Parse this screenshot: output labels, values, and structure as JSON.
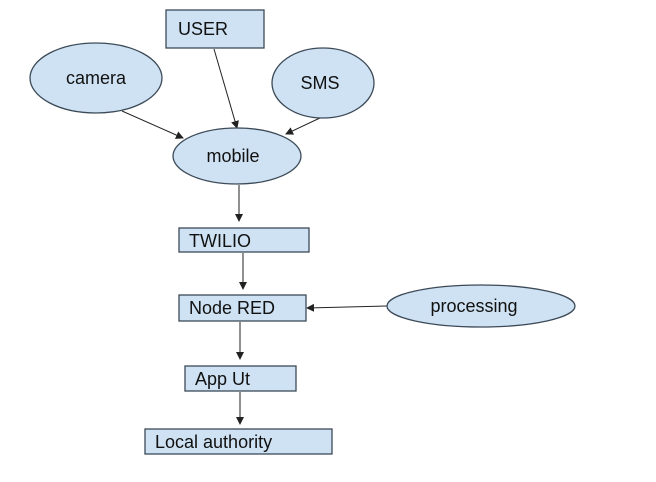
{
  "diagram": {
    "nodes": {
      "user": "USER",
      "camera": "camera",
      "sms": "SMS",
      "mobile": "mobile",
      "twilio": "TWILIO",
      "node_red": "Node RED",
      "processing": "processing",
      "app_ut": "App Ut",
      "local_authority": "Local authority"
    },
    "edges": [
      {
        "from": "user",
        "to": "mobile"
      },
      {
        "from": "camera",
        "to": "mobile"
      },
      {
        "from": "sms",
        "to": "mobile"
      },
      {
        "from": "mobile",
        "to": "twilio"
      },
      {
        "from": "twilio",
        "to": "node_red"
      },
      {
        "from": "processing",
        "to": "node_red"
      },
      {
        "from": "node_red",
        "to": "app_ut"
      },
      {
        "from": "app_ut",
        "to": "local_authority"
      }
    ],
    "colors": {
      "node_fill": "#cfe2f3",
      "node_stroke": "#3c4a57",
      "edge": "#222222"
    }
  }
}
